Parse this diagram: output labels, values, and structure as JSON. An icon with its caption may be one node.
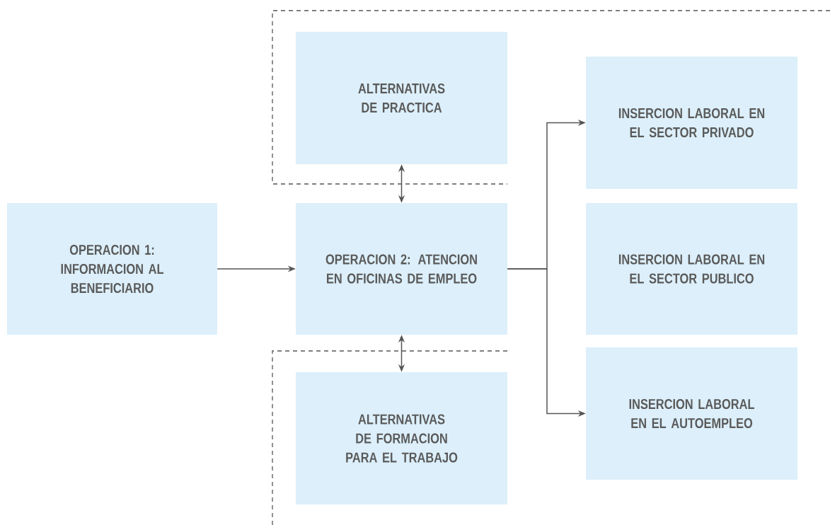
{
  "diagram": {
    "nodes": [
      {
        "text": [
          "OPERACION 1: INFORMACION AL BENEFICIARIO"
        ]
      },
      {
        "text": [
          "ALTERNATIVAS DE PRACTICA"
        ]
      },
      {
        "text": [
          "OPERACION 2: ATENCION EN OFICINAS DE EMPLEO"
        ]
      },
      {
        "text": [
          "ALTERNATIVAS DE FORMACION PARA EL TRABAJO"
        ]
      },
      {
        "text": [
          "INSERCION LABORAL EN EL SECTOR PRIVADO"
        ]
      },
      {
        "text": [
          "INSERCION LABORAL EN EL SECTOR PUBLICO"
        ]
      },
      {
        "text": [
          "INSERCION LABORAL EN EL AUTOEMPLEO"
        ]
      }
    ],
    "edges": [
      {
        "from": 0,
        "to": 2,
        "arrow": "to"
      },
      {
        "from": 2,
        "to": 1,
        "arrow": "both"
      },
      {
        "from": 2,
        "to": 3,
        "arrow": "both"
      },
      {
        "from": 2,
        "to": 4,
        "arrow": "to"
      },
      {
        "from": 2,
        "to": 6,
        "arrow": "to"
      }
    ]
  }
}
